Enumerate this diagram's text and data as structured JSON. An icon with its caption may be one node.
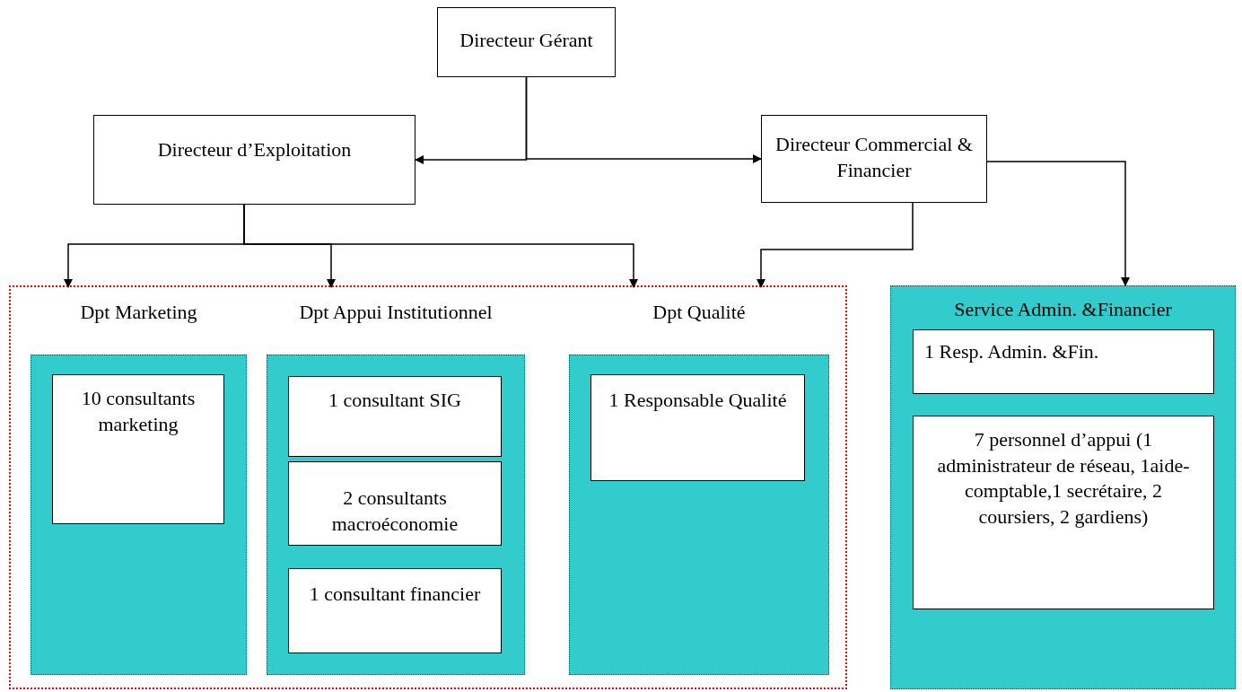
{
  "diagram": {
    "nodes": [
      {
        "text": [
          "Directeur Gérant"
        ]
      },
      {
        "text": [
          "Directeur d’Exploitation"
        ]
      },
      {
        "text": [
          "Directeur Commercial & Financier"
        ]
      },
      {
        "text": [],
        "shape": "box"
      },
      {
        "text": [
          "Dpt Marketing"
        ],
        "in": 3
      },
      {
        "text": [
          "10 consultants marketing"
        ],
        "in": 4
      },
      {
        "text": [
          "Dpt Appui Institutionnel"
        ],
        "in": 3
      },
      {
        "text": [
          "1 consultant SIG"
        ],
        "in": 6
      },
      {
        "text": [
          "2 consultants macroéconomie"
        ],
        "in": 6
      },
      {
        "text": [
          "1 consultant financier"
        ],
        "in": 6
      },
      {
        "text": [
          "Dpt Qualité"
        ],
        "in": 3
      },
      {
        "text": [
          "1 Responsable Qualité"
        ],
        "in": 10
      },
      {
        "text": [
          "Service Admin. &Financier"
        ]
      },
      {
        "text": [
          "1 Resp. Admin. &Fin."
        ],
        "in": 12
      },
      {
        "text": [
          "7 personnel d’appui (1 administrateur de réseau, 1aide-comptable,1 secrétaire, 2 coursiers, 2 gardiens)"
        ],
        "in": 12
      }
    ],
    "edges": [
      {
        "from": 0,
        "to": 1,
        "arrow": "to"
      },
      {
        "from": 0,
        "to": 2,
        "arrow": "to"
      },
      {
        "from": 1,
        "to": 4,
        "arrow": "to"
      },
      {
        "from": 1,
        "to": 6,
        "arrow": "to"
      },
      {
        "from": 1,
        "to": 10,
        "arrow": "to"
      },
      {
        "from": 2,
        "to": 10,
        "arrow": "to"
      },
      {
        "from": 2,
        "to": 12,
        "arrow": "to"
      }
    ]
  }
}
